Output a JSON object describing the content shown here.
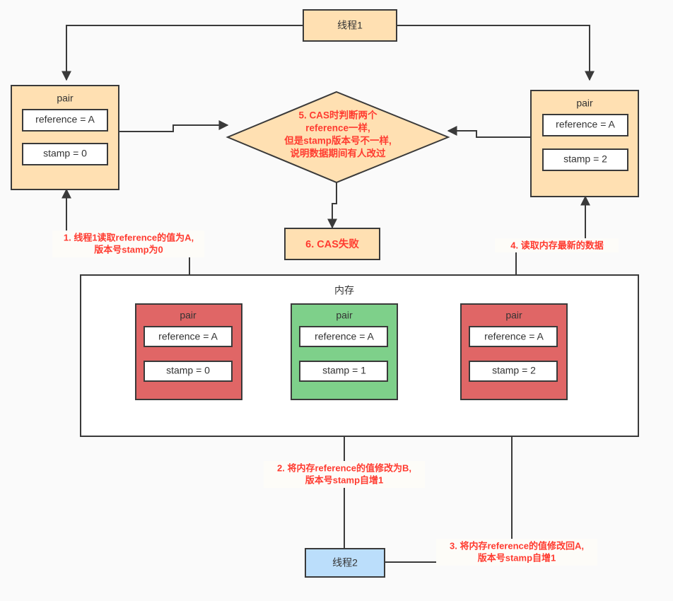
{
  "diagram": {
    "title_nodes": {
      "thread1": "线程1",
      "thread2": "线程2"
    },
    "colors": {
      "thread1_fill": "#ffe0b2",
      "thread2_fill": "#bbdefb",
      "pair_orange_fill": "#ffe0b2",
      "pair_red_fill": "#e06666",
      "pair_green_fill": "#7ed08a",
      "decision_fill": "#ffe0b2",
      "fail_fill": "#ffe0b2",
      "note_text": "#ff3b30",
      "stroke": "#3a3a3a",
      "memory_fill": "#ffffff",
      "page_bg": "#fafafa"
    },
    "pairs": {
      "left_thread_pair": {
        "title": "pair",
        "reference": "reference = A",
        "stamp": "stamp = 0"
      },
      "right_thread_pair": {
        "title": "pair",
        "reference": "reference = A",
        "stamp": "stamp = 2"
      },
      "memory_pair_1": {
        "title": "pair",
        "reference": "reference = A",
        "stamp": "stamp = 0"
      },
      "memory_pair_2": {
        "title": "pair",
        "reference": "reference = A",
        "stamp": "stamp = 1"
      },
      "memory_pair_3": {
        "title": "pair",
        "reference": "reference = A",
        "stamp": "stamp = 2"
      }
    },
    "memory": {
      "title": "内存"
    },
    "decision": {
      "line1": "5. CAS时判断两个",
      "line2": "reference一样,",
      "line3": "但是stamp版本号不一样,",
      "line4": "说明数据期间有人改过"
    },
    "fail_node": {
      "label": "6. CAS失败"
    },
    "notes": {
      "note1": {
        "line1": "1. 线程1读取reference的值为A,",
        "line2": "版本号stamp为0"
      },
      "note2": {
        "line1": "2. 将内存reference的值修改为B,",
        "line2": "版本号stamp自增1"
      },
      "note3": {
        "line1": "3. 将内存reference的值修改回A,",
        "line2": "版本号stamp自增1"
      },
      "note4": {
        "line1": "4. 读取内存最新的数据"
      }
    }
  }
}
